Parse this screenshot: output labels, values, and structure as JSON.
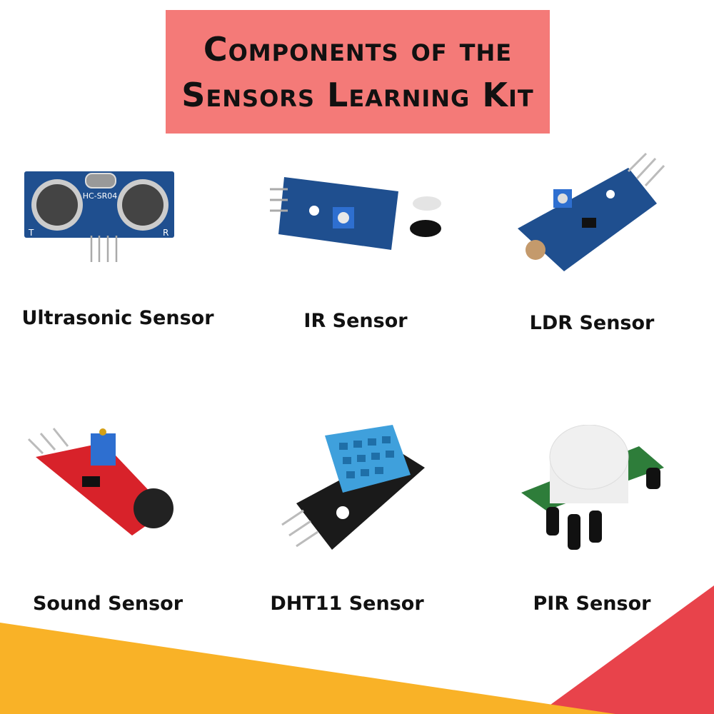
{
  "colors": {
    "title_bg": "#f47a78",
    "yellow": "#f9b227",
    "red": "#e8434b",
    "pcb_blue": "#1f4f8f",
    "pcb_red": "#d8222a",
    "pcb_black": "#1a1a1a",
    "pcb_green": "#2e7d3a",
    "dht_blue": "#3fa0dc"
  },
  "title": {
    "line1": "Components of the",
    "line2": "Sensors Learning Kit"
  },
  "sensors": [
    {
      "label": "Ultrasonic Sensor",
      "image_text": "HC-SR04",
      "icon": "ultrasonic-sensor-icon"
    },
    {
      "label": "IR Sensor",
      "icon": "ir-sensor-icon"
    },
    {
      "label": "LDR Sensor",
      "icon": "ldr-sensor-icon"
    },
    {
      "label": "Sound Sensor",
      "icon": "sound-sensor-icon"
    },
    {
      "label": "DHT11 Sensor",
      "icon": "dht11-sensor-icon"
    },
    {
      "label": "PIR Sensor",
      "icon": "pir-sensor-icon"
    }
  ]
}
